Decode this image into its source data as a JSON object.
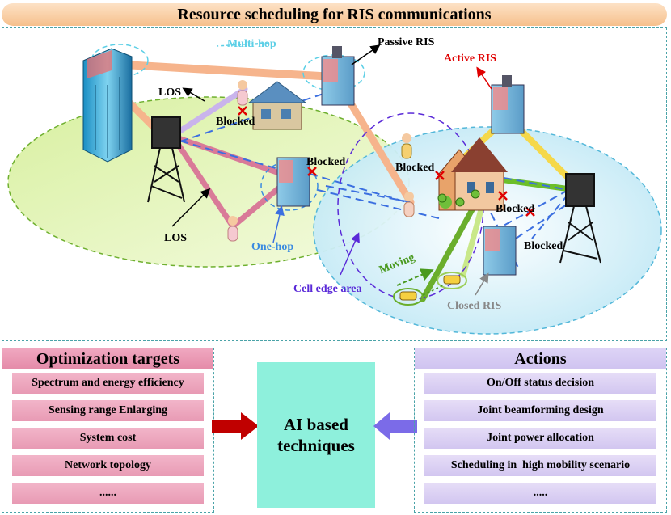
{
  "title": "Resource scheduling for RIS communications",
  "scene": {
    "multi_hop": "Multi-hop",
    "passive_ris": "Passive RIS",
    "active_ris": "Active RIS",
    "los_top": "LOS",
    "los_bottom": "LOS",
    "blocked_1": "Blocked",
    "blocked_2": "Blocked",
    "blocked_3": "Blocked",
    "blocked_4": "Blocked",
    "blocked_5": "Blocked",
    "one_hop": "One-hop",
    "cell_edge": "Cell edge area",
    "moving": "Moving",
    "closed_ris": "Closed RIS"
  },
  "optimization": {
    "title": "Optimization targets",
    "items": [
      "Spectrum and energy efficiency",
      "Sensing range Enlarging",
      "System cost",
      "Network topology",
      "......"
    ]
  },
  "ai": {
    "line1": "AI based",
    "line2": "techniques"
  },
  "actions": {
    "title": "Actions",
    "items": [
      "On/Off status decision",
      "Joint beamforming design",
      "Joint power allocation",
      "Scheduling in  high mobility scenario",
      "....."
    ]
  },
  "colors": {
    "title_bar": "#f6c08c",
    "opt_header": "#e48aa8",
    "actions_header": "#cfc3f0",
    "ai_box": "#8ef0dc",
    "left_arrow": "#c00000",
    "right_arrow": "#7b6be8",
    "active_ris_text": "#e00000",
    "multi_hop_text": "#5ccfe6",
    "one_hop_text": "#3b8be0",
    "cell_edge_text": "#5a2ad8",
    "closed_ris_text": "#888888"
  }
}
